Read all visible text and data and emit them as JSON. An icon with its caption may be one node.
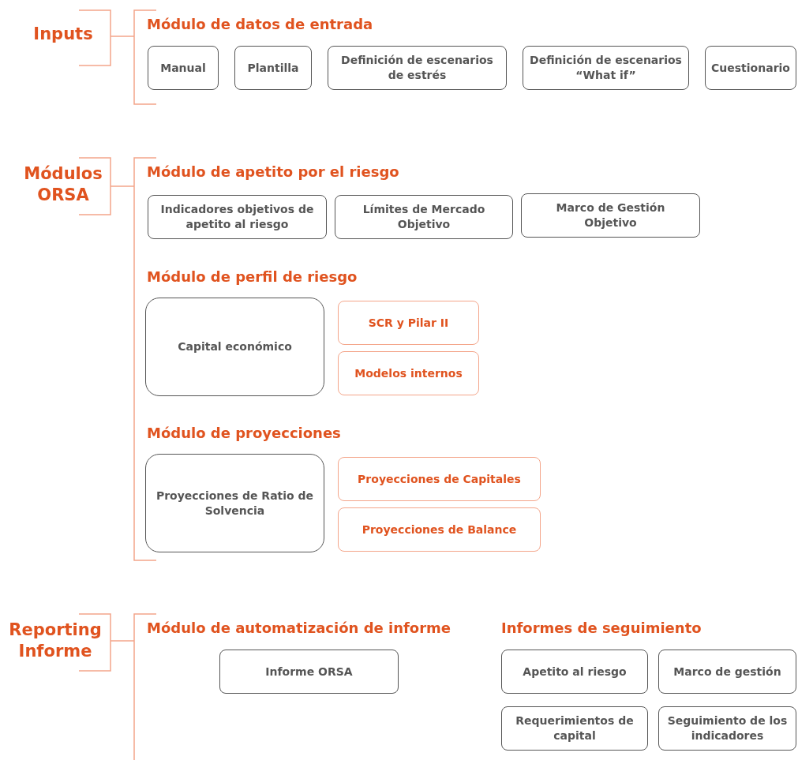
{
  "diagram": {
    "nodes": [
      {
        "text": [
          "Manual"
        ]
      },
      {
        "text": [
          "Plantilla"
        ]
      },
      {
        "text": [
          "Definición de escenarios de estrés"
        ]
      },
      {
        "text": [
          "Definición de escenarios “What if”"
        ]
      },
      {
        "text": [
          "Cuestionario"
        ]
      },
      {
        "text": [
          "Indicadores objetivos de apetito al riesgo"
        ]
      },
      {
        "text": [
          "Límites de Mercado Objetivo"
        ]
      },
      {
        "text": [
          "Marco de Gestión Objetivo"
        ]
      },
      {
        "text": [
          "Capital económico"
        ]
      },
      {
        "text": [
          "SCR y Pilar II"
        ]
      },
      {
        "text": [
          "Modelos internos"
        ]
      },
      {
        "text": [
          "Proyecciones de Ratio de Solvencia"
        ]
      },
      {
        "text": [
          "Proyecciones de Capitales"
        ]
      },
      {
        "text": [
          "Proyecciones de Balance"
        ]
      },
      {
        "text": [
          "Informe ORSA"
        ]
      },
      {
        "text": [
          "Apetito al riesgo"
        ]
      },
      {
        "text": [
          "Marco de gestión"
        ]
      },
      {
        "text": [
          "Requerimientos de capital"
        ]
      },
      {
        "text": [
          "Seguimiento de los indicadores"
        ]
      }
    ],
    "labels": [
      "Inputs",
      "Módulo de datos de entrada",
      "Módulos ORSA",
      "Módulo de apetito por el riesgo",
      "Módulo de perfil de riesgo",
      "Módulo de proyecciones",
      "Reporting Informe",
      "Módulo de automatización de informe",
      "Informes de seguimiento"
    ]
  }
}
